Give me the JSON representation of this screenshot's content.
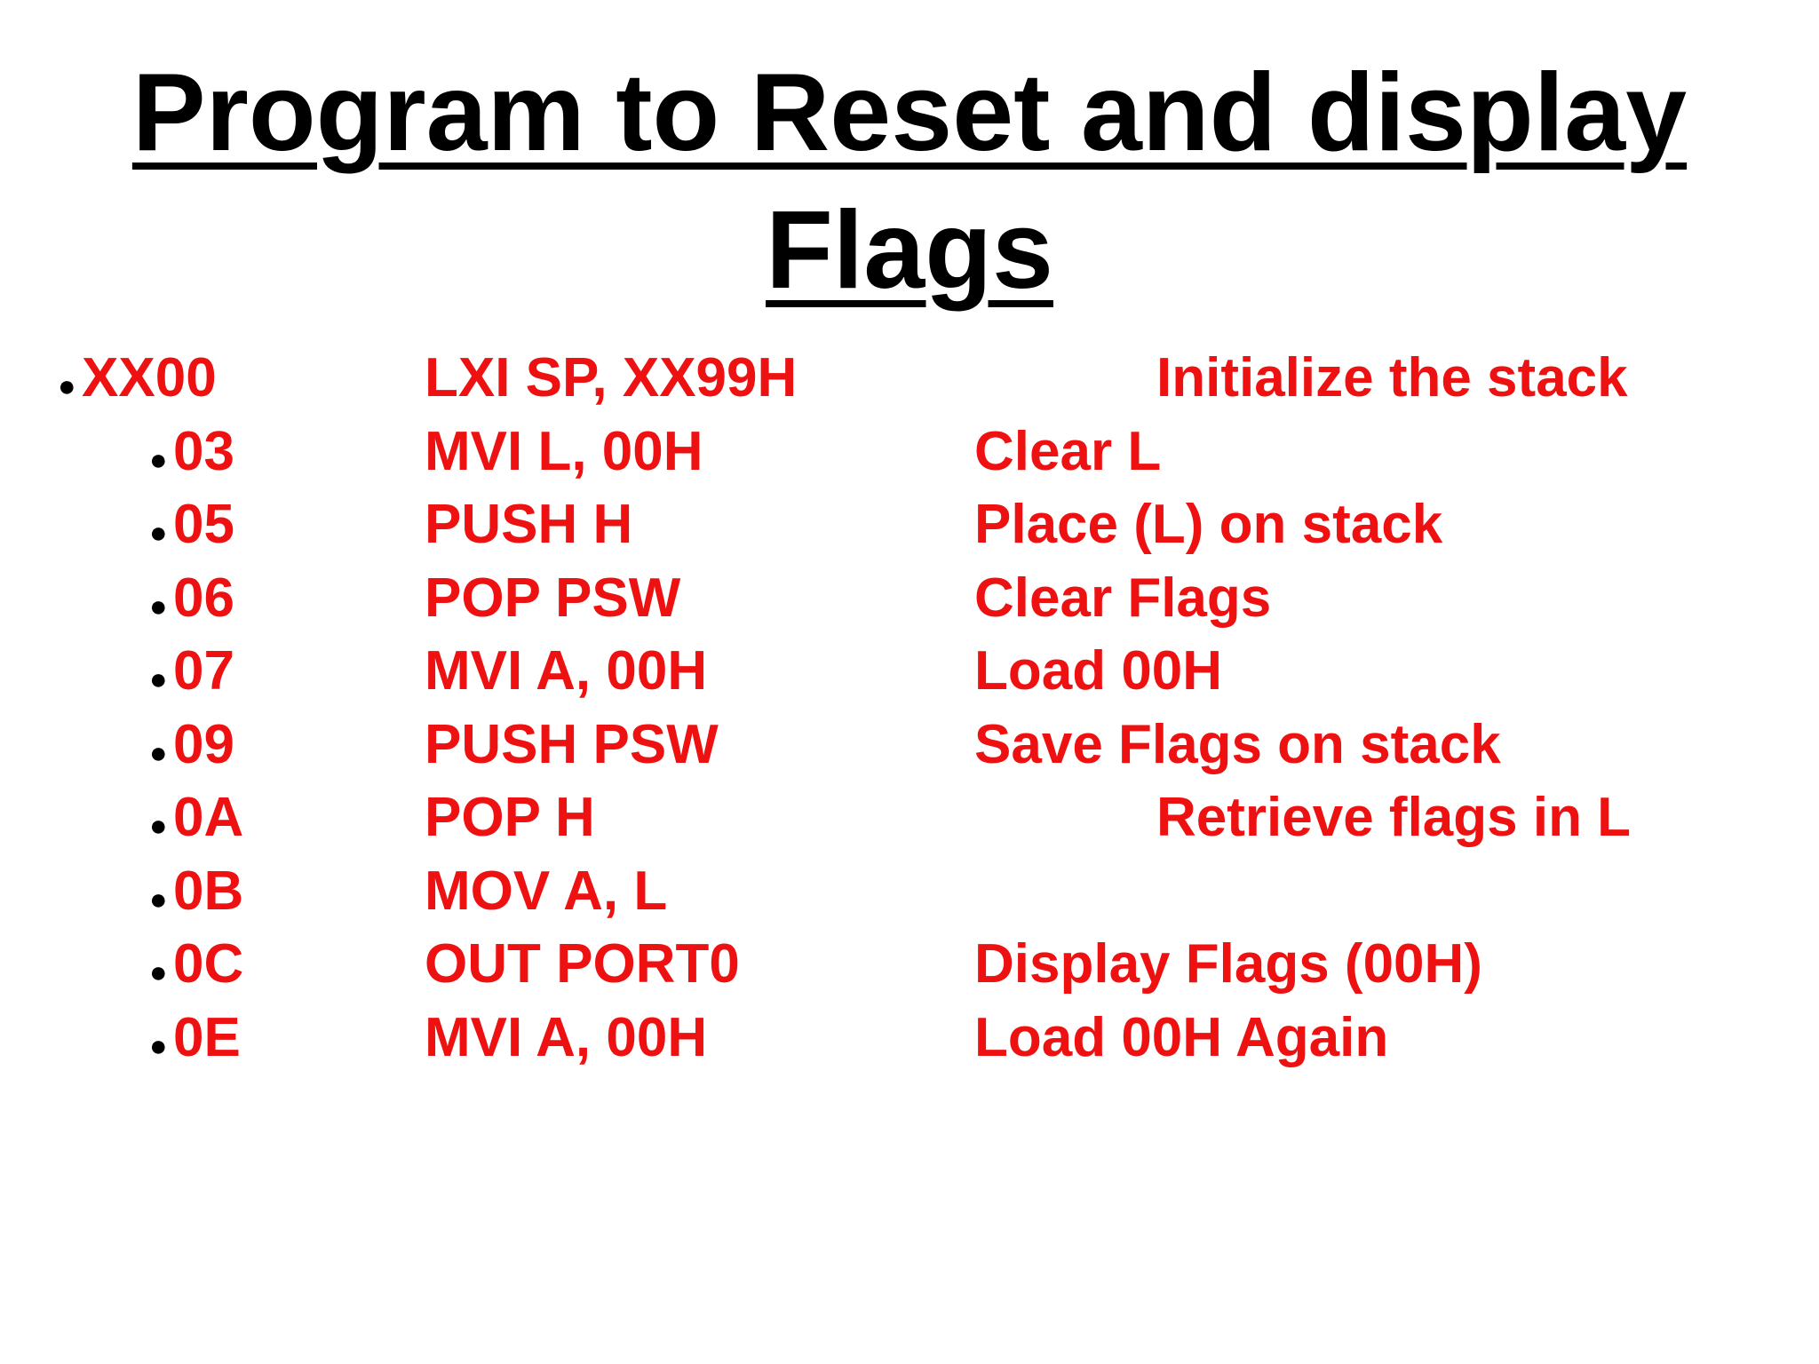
{
  "title": {
    "line1": "Program to Reset and display",
    "line2": "Flags"
  },
  "colors": {
    "code_text": "#ee1111",
    "title_text": "#000000",
    "bullet": "#000000",
    "background": "#ffffff"
  },
  "listing": [
    {
      "address": "XX00",
      "instruction": "LXI SP, XX99H",
      "comment": "Initialize the stack"
    },
    {
      "address": "03",
      "instruction": "MVI L, 00H",
      "comment": "Clear L"
    },
    {
      "address": "05",
      "instruction": "PUSH H",
      "comment": "Place (L) on stack"
    },
    {
      "address": "06",
      "instruction": "POP PSW",
      "comment": "Clear Flags"
    },
    {
      "address": "07",
      "instruction": "MVI A, 00H",
      "comment": "Load 00H"
    },
    {
      "address": "09",
      "instruction": "PUSH PSW",
      "comment": "Save Flags on stack"
    },
    {
      "address": "0A",
      "instruction": "POP H",
      "comment": "Retrieve flags in L"
    },
    {
      "address": "0B",
      "instruction": "MOV A, L",
      "comment": ""
    },
    {
      "address": "0C",
      "instruction": "OUT PORT0",
      "comment": "Display Flags (00H)"
    },
    {
      "address": "0E",
      "instruction": "MVI A, 00H",
      "comment": "Load 00H Again"
    }
  ]
}
